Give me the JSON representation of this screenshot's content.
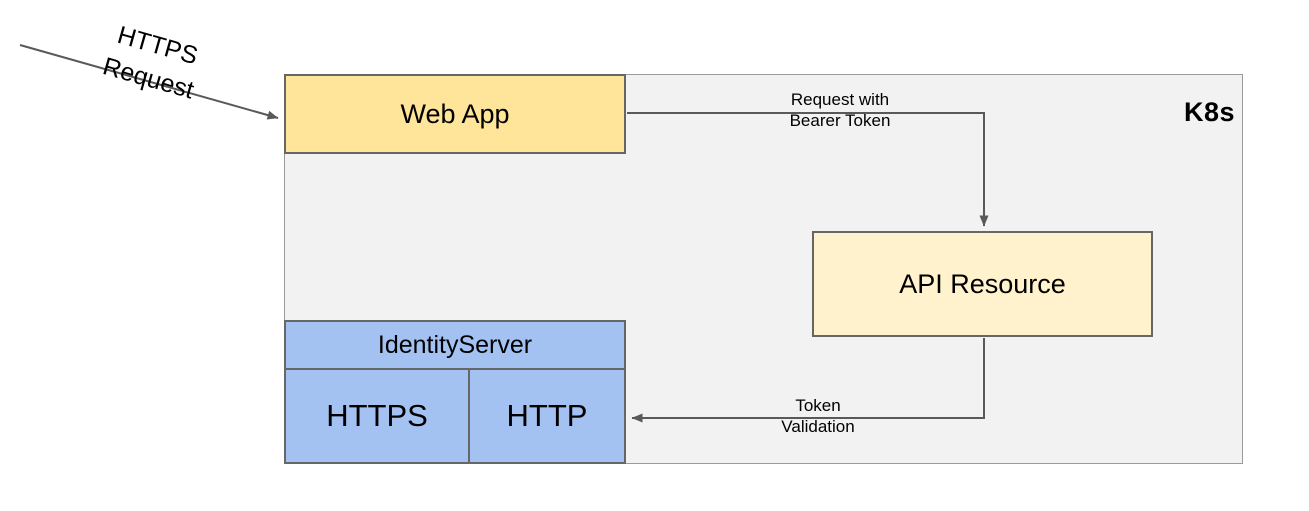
{
  "diagram": {
    "title": "Kubernetes authentication flow diagram",
    "background": "#ffffff",
    "container": {
      "label": "K8s",
      "fill": "#f2f2f2",
      "stroke": "#9a9a9a"
    },
    "nodes": [
      {
        "id": "web-app",
        "label": "Web App",
        "fill": "#ffe599",
        "stroke": "#666666"
      },
      {
        "id": "api-resource",
        "label": "API Resource",
        "fill": "#fff2cc",
        "stroke": "#666666"
      },
      {
        "id": "identity-server",
        "label": "IdentityServer",
        "fill": "#a3c2f2",
        "stroke": "#666666",
        "cells": [
          {
            "id": "https",
            "label": "HTTPS"
          },
          {
            "id": "http",
            "label": "HTTP"
          }
        ]
      }
    ],
    "edges": [
      {
        "id": "external-request",
        "label_line1": "HTTPS",
        "label_line2": "Request",
        "from": "external",
        "to": "web-app",
        "stroke": "#595959"
      },
      {
        "id": "bearer-request",
        "label_line1": "Request with",
        "label_line2": "Bearer Token",
        "from": "web-app",
        "to": "api-resource",
        "stroke": "#595959"
      },
      {
        "id": "token-validation",
        "label_line1": "Token",
        "label_line2": "Validation",
        "from": "api-resource",
        "to": "identity-server-http",
        "stroke": "#595959"
      }
    ]
  }
}
